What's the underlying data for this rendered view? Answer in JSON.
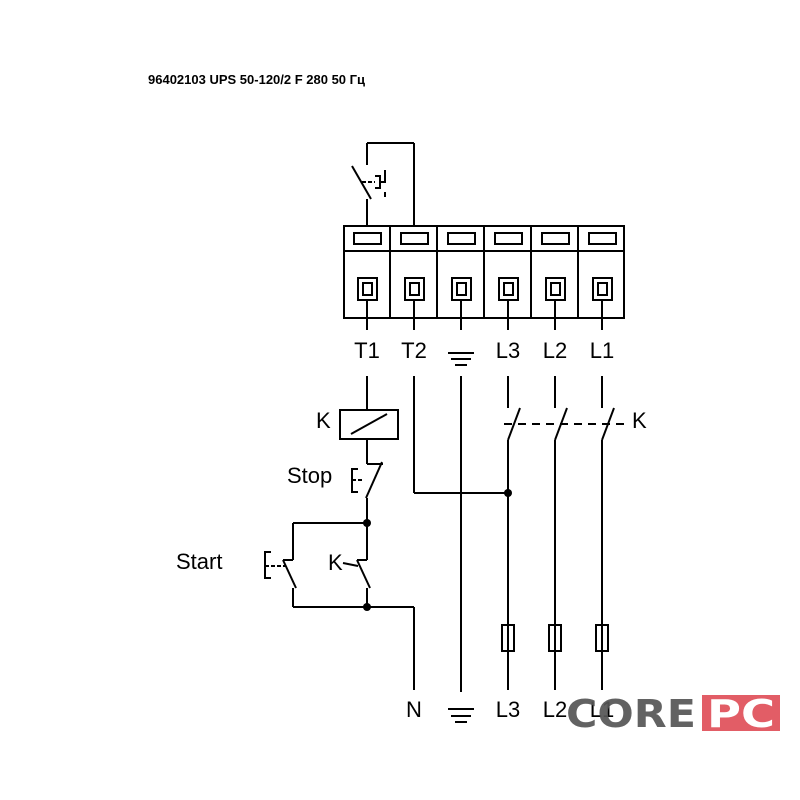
{
  "title": "96402103 UPS 50-120/2 F 280 50 Гц",
  "terminals": [
    "T1",
    "T2",
    "",
    "L3",
    "L2",
    "L1"
  ],
  "contactor_label_coil": "K",
  "contactor_label_contacts": "K",
  "stop_label": "Stop",
  "start_label": "Start",
  "hold_contact_label": "K",
  "supply_labels": [
    "N",
    "",
    "L3",
    "L2",
    "L1"
  ],
  "watermark": {
    "part1": "CORE",
    "part2": "PC",
    "accent_color": "#e0505a"
  }
}
